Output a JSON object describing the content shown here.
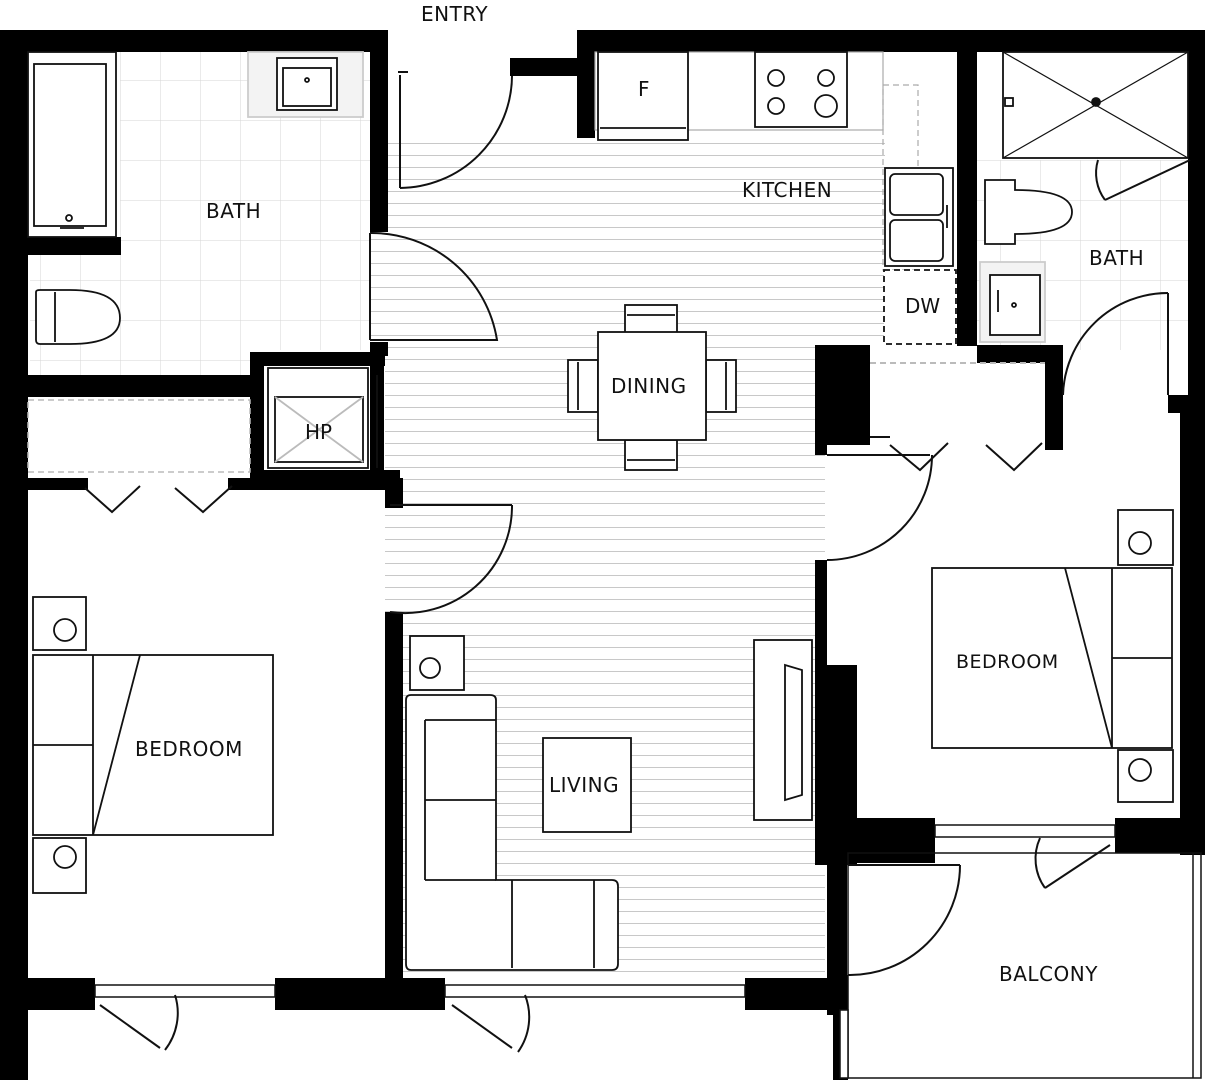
{
  "labels": {
    "entry": "ENTRY",
    "kitchen": "KITCHEN",
    "bath_left": "BATH",
    "bath_right": "BATH",
    "dining": "DINING",
    "living": "LIVING",
    "bedroom_left": "BEDROOM",
    "bedroom_right": "BEDROOM",
    "balcony": "BALCONY",
    "hp": "HP",
    "fridge": "F",
    "dishwasher": "DW"
  },
  "colors": {
    "wall": "#000000",
    "line": "#111111",
    "tile_grid": "#d6d6d6",
    "floor_lines": "#c8c8c8",
    "background": "#ffffff"
  }
}
